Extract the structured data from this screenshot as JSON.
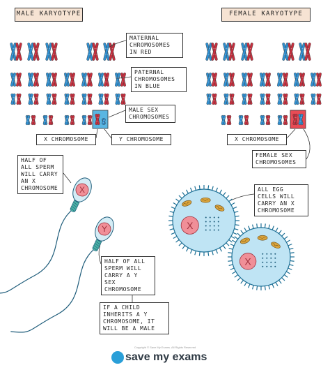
{
  "male_karyotype": {
    "title": "MALE KARYOTYPE",
    "maternal_label": "MATERNAL CHROMOSOMES IN RED",
    "paternal_label": "PATERNAL CHROMOSOMES IN BLUE",
    "sex_label": "MALE SEX CHROMOSOMES",
    "x_label": "X CHROMOSOME",
    "y_label": "Y CHROMOSOME"
  },
  "female_karyotype": {
    "title": "FEMALE KARYOTYPE",
    "x_label": "X CHROMOSOME",
    "sex_label": "FEMALE SEX CHROMOSOMES"
  },
  "sperm": {
    "x_callout": "HALF OF ALL SPERM WILL CARRY AN X CHROMOSOME",
    "y_callout": "HALF OF ALL SPERM WILL CARRY A Y SEX CHROMOSOME",
    "x_letter": "X",
    "y_letter": "Y",
    "conclusion": "IF A CHILD INHERITS A Y CHROMOSOME, IT WILL BE A MALE"
  },
  "egg": {
    "callout": "ALL EGG CELLS WILL CARRY AN X CHROMOSOME",
    "letter": "X"
  },
  "footer": {
    "copyright": "Copyright © Save My Exams. All Rights Reserved",
    "brand": "save my exams"
  },
  "colors": {
    "maternal": "#c62f3e",
    "paternal": "#2f8fd0",
    "title_bg": "#f6e3d3",
    "nucleus": "#f08f98",
    "egg_body": "#bfe4f4",
    "egg_spikes": "#1c6f95",
    "mitochondria": "#d9a33b",
    "sperm_head": "#d4ecf5",
    "sperm_midpiece": "#4bb1a5",
    "sex_box_male": "#5ab6e2",
    "sex_box_female": "#e94b55"
  }
}
